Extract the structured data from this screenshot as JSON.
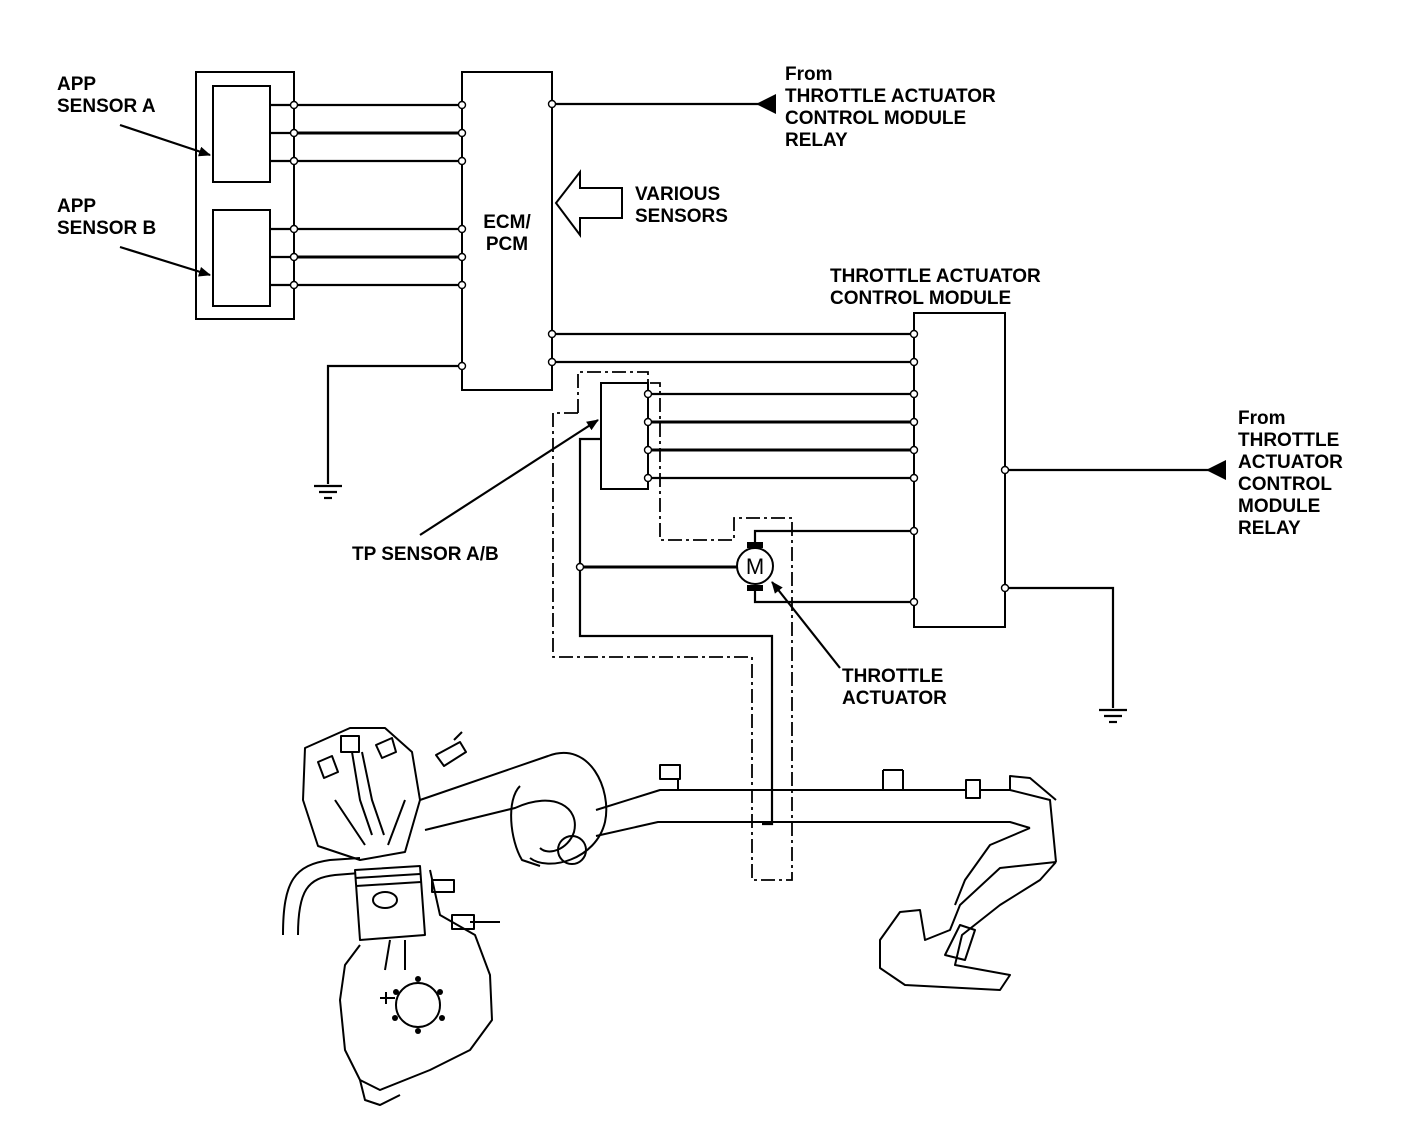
{
  "labels": {
    "app_a_line1": "APP",
    "app_a_line2": "SENSOR A",
    "app_b_line1": "APP",
    "app_b_line2": "SENSOR B",
    "ecm_line1": "ECM/",
    "ecm_line2": "PCM",
    "various_line1": "VARIOUS",
    "various_line2": "SENSORS",
    "relay_top_line1": "From",
    "relay_top_line2": "THROTTLE ACTUATOR",
    "relay_top_line3": "CONTROL MODULE",
    "relay_top_line4": "RELAY",
    "tacm_line1": "THROTTLE ACTUATOR",
    "tacm_line2": "CONTROL MODULE",
    "relay_right_line1": "From",
    "relay_right_line2": "THROTTLE",
    "relay_right_line3": "ACTUATOR",
    "relay_right_line4": "CONTROL",
    "relay_right_line5": "MODULE",
    "relay_right_line6": "RELAY",
    "tp_sensor": "TP SENSOR A/B",
    "actuator_line1": "THROTTLE",
    "actuator_line2": "ACTUATOR",
    "motor_symbol": "M"
  }
}
